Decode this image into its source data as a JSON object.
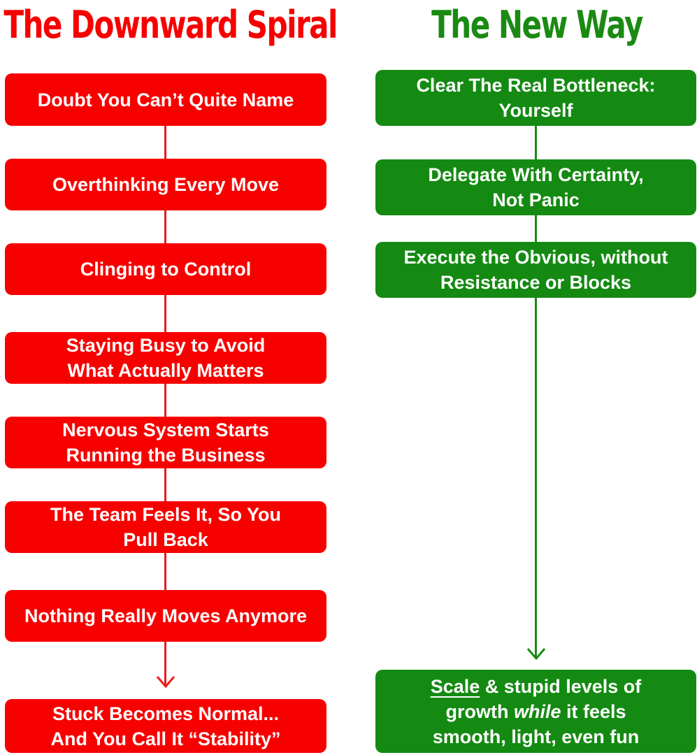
{
  "left": {
    "title": "The Downward Spiral",
    "steps": [
      [
        "Doubt You Can’t Quite Name"
      ],
      [
        "Overthinking Every Move"
      ],
      [
        "Clinging to Control"
      ],
      [
        "Staying Busy to Avoid",
        "What Actually Matters"
      ],
      [
        "Nervous System Starts",
        "Running the Business"
      ],
      [
        "The Team Feels It, So You",
        "Pull Back"
      ],
      [
        "Nothing Really Moves Anymore"
      ],
      [
        "Stuck Becomes Normal...",
        "And You Call It “Stability”"
      ]
    ]
  },
  "right": {
    "title": "The New Way",
    "steps": [
      [
        "Clear The Real Bottleneck:",
        "Yourself"
      ],
      [
        "Delegate With Certainty,",
        "Not Panic"
      ],
      [
        "Execute the Obvious, without",
        "Resistance or Blocks"
      ]
    ],
    "final": {
      "line1_underlined": "Scale",
      "line1_rest": " & stupid levels of",
      "line2_pre": "growth ",
      "line2_italic": "while",
      "line2_post": " it feels",
      "line3": "smooth, light, even fun"
    }
  },
  "colors": {
    "left_accent": "#f70000",
    "right_accent": "#148a12"
  }
}
